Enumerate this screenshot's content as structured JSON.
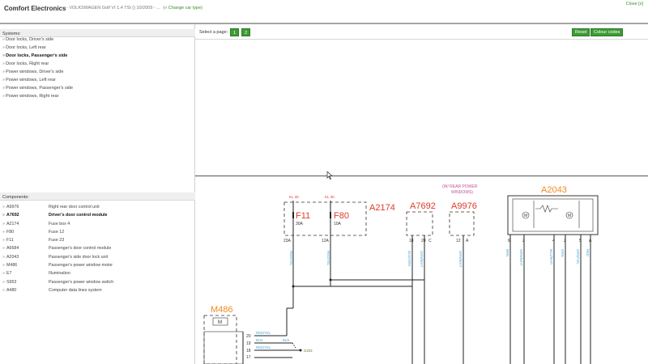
{
  "header": {
    "title": "Comfort Electronics",
    "vehicle": "- VOLKSWAGEN Golf VI 1.4 TSI () 10/2009 - ...",
    "change_car": "(« Change car type)",
    "close": "Close [x]"
  },
  "systems": {
    "heading": "Systems:",
    "items": [
      {
        "label": "Door locks, Driver's side"
      },
      {
        "label": "Door locks, Left rear"
      },
      {
        "label": "Door locks, Passenger's side"
      },
      {
        "label": "Door locks, Right rear"
      },
      {
        "label": "Power windows, Driver's side"
      },
      {
        "label": "Power windows, Left rear"
      },
      {
        "label": "Power windows, Passenger's side"
      },
      {
        "label": "Power windows, Right rear"
      }
    ],
    "active_index": 2
  },
  "components": {
    "heading": "Components:",
    "rows": [
      {
        "code": "A9976",
        "desc": "Right rear door control unit"
      },
      {
        "code": "A7692",
        "desc": "Driver's door control module"
      },
      {
        "code": "A2174",
        "desc": "Fuse box 4"
      },
      {
        "code": "F80",
        "desc": "Fuse 12"
      },
      {
        "code": "F11",
        "desc": "Fuse 23"
      },
      {
        "code": "A6684",
        "desc": "Passenger's door control module"
      },
      {
        "code": "A2043",
        "desc": "Passenger's side door lock unit"
      },
      {
        "code": "M486",
        "desc": "Passenger's power window motor"
      },
      {
        "code": "E7",
        "desc": "Illumination"
      },
      {
        "code": "S953",
        "desc": "Passenger's power window switch"
      },
      {
        "code": "A480",
        "desc": "Computer data lines system"
      }
    ],
    "active_index": 1
  },
  "toolbar": {
    "select_page": "Select a page:",
    "pages": [
      "1",
      "2"
    ],
    "reset": "Reset",
    "colour_codes": "Colour codes"
  },
  "diagram": {
    "kl30_1": "KL 30",
    "kl30_2": "KL 30",
    "f11": "F11",
    "f11_rating": "30A",
    "f80": "F80",
    "f80_rating": "10A",
    "a2174": "A2174",
    "pin_23a": "23A",
    "pin_12a": "12A",
    "a7692": "A7692",
    "pin_18": "18",
    "pin_20": "20",
    "pin_c": "C",
    "rear_power_1": "(W/ REAR POWER",
    "rear_power_2": "WINDOWS)",
    "a9976": "A9976",
    "pin_12": "12",
    "pin_a": "A",
    "a2043": "A2043",
    "a2043_pins": [
      "6",
      "2",
      "4",
      "2",
      "5",
      "A"
    ],
    "m486": "M486",
    "motor_m": "M",
    "pin_20b": "20",
    "pin_19": "19",
    "pin_18b": "18",
    "pin_17": "17",
    "wire_redyel_1": "RED/YEL",
    "wire_bln": "BLN",
    "wire_bln2": "BLN",
    "wire_redyel_2": "RED/YEL",
    "g203": "G203",
    "colors": {
      "red": "#e03a2a",
      "orange": "#f08a1e",
      "cyan": "#4aa8d8",
      "pink": "#c0509a",
      "olive": "#7a6a3a"
    }
  }
}
